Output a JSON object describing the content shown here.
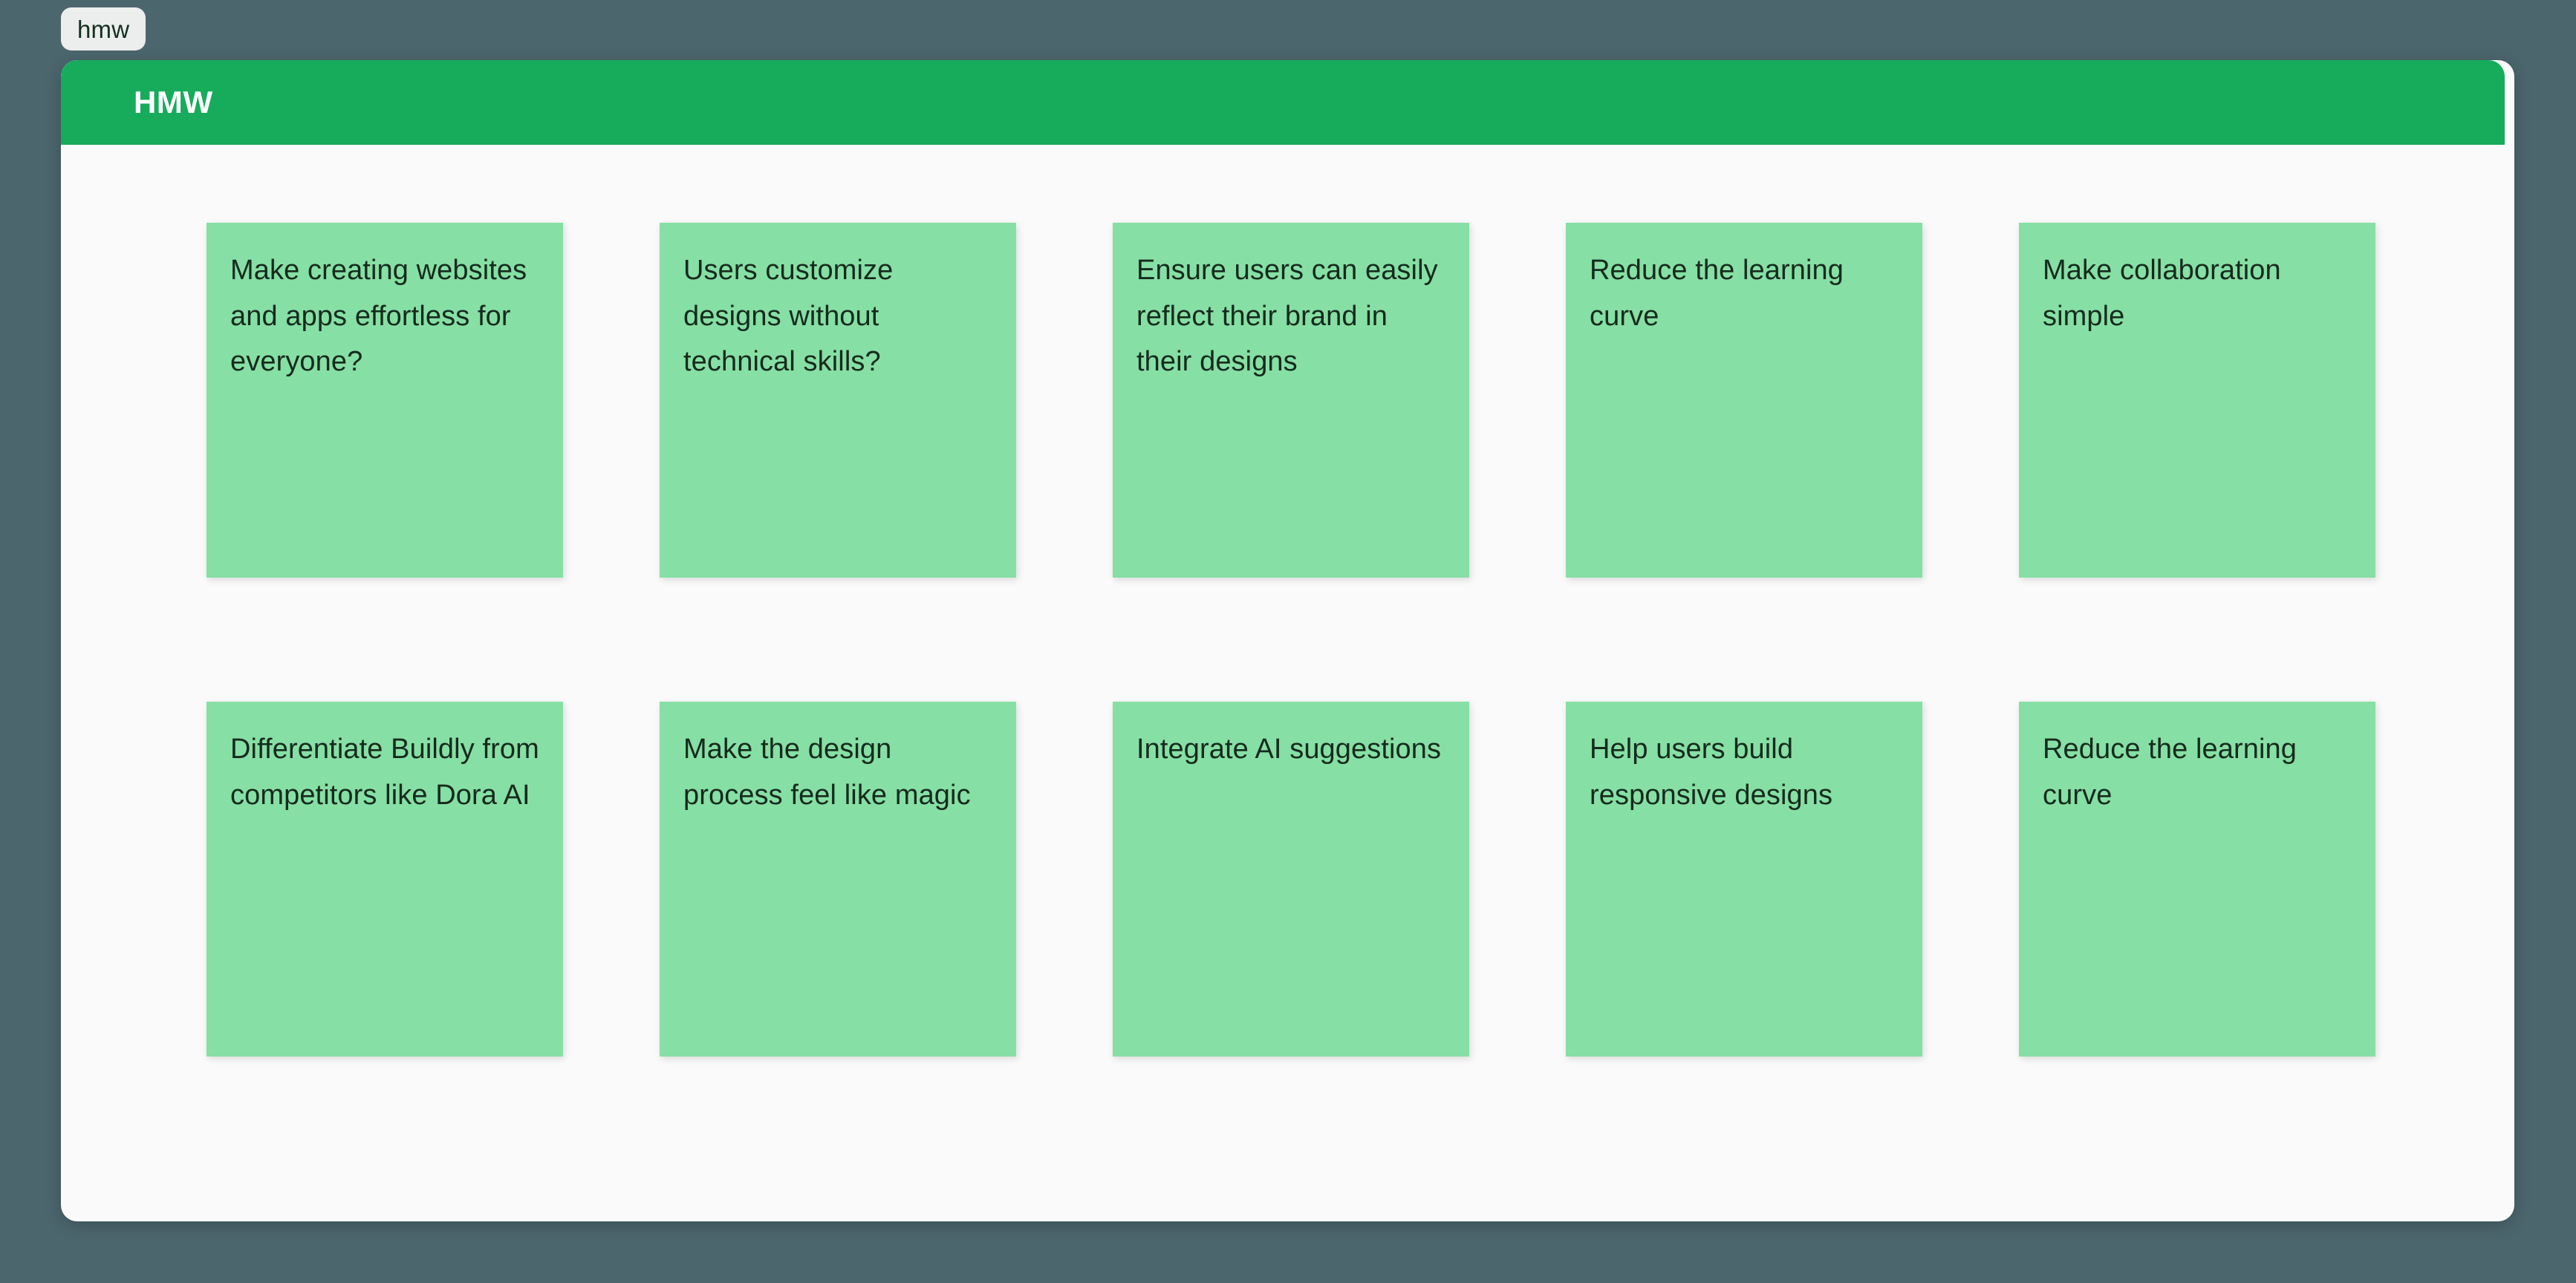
{
  "theme": {
    "page_background": "#4c666e",
    "panel_background": "#fafafa",
    "header_green": "#17ac5b",
    "note_green": "#86dfa4",
    "note_text_color": "#152a1d",
    "tab_background": "#eceded"
  },
  "tab": {
    "label": "hmw"
  },
  "board": {
    "title": "HMW",
    "notes": [
      {
        "text": "Make creating websites and apps effortless for everyone?"
      },
      {
        "text": "Users customize designs without technical skills?"
      },
      {
        "text": "Ensure users can easily reflect their brand in their designs"
      },
      {
        "text": "Reduce the learning curve"
      },
      {
        "text": "Make collaboration simple"
      },
      {
        "text": "Differentiate Buildly from competitors like Dora AI"
      },
      {
        "text": "Make the design process feel like magic"
      },
      {
        "text": "Integrate AI suggestions"
      },
      {
        "text": "Help users build responsive designs"
      },
      {
        "text": "Reduce the learning curve"
      }
    ]
  }
}
